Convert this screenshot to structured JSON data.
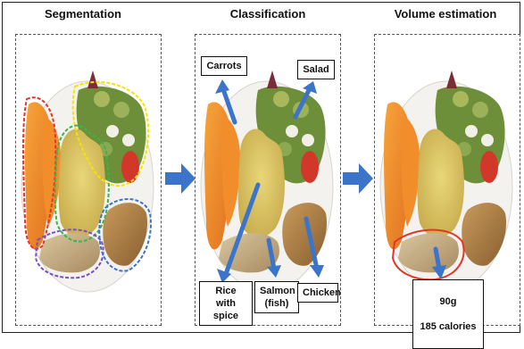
{
  "stages": [
    {
      "title": "Segmentation"
    },
    {
      "title": "Classification"
    },
    {
      "title": "Volume estimation"
    }
  ],
  "classification_labels": {
    "carrots": "Carrots",
    "salad": "Salad",
    "rice": "Rice\nwith spice",
    "salmon": "Salmon\n(fish)",
    "chicken": "Chicken"
  },
  "volume_result": {
    "weight": "90g",
    "calories": "185 calories"
  },
  "colors": {
    "arrow": "#3b74c9",
    "segment_carrots": "#e2362b",
    "segment_rice": "#39b54a",
    "segment_salad": "#f5e400",
    "segment_salmon": "#7b4fc7",
    "segment_chicken": "#3b74c9",
    "volume_highlight": "#e2362b"
  }
}
